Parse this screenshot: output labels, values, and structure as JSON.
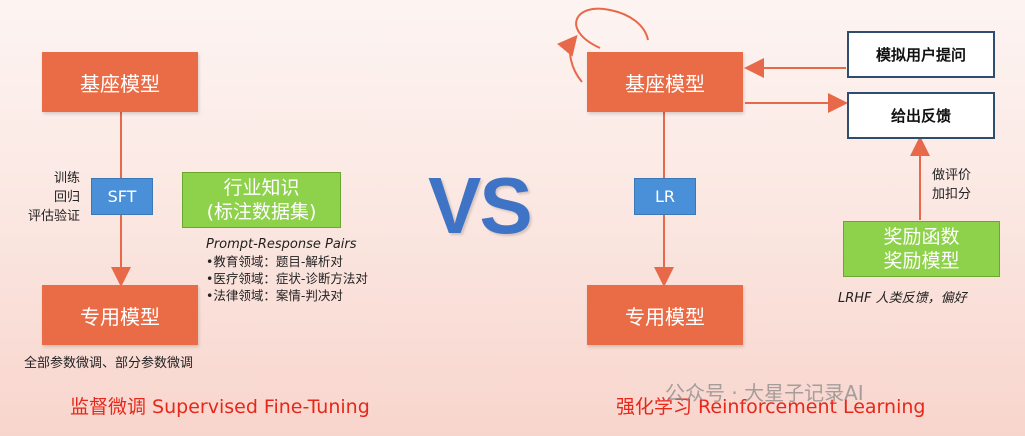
{
  "left": {
    "top_box": "基座模型",
    "middle_box": "SFT",
    "bottom_box": "专用模型",
    "side_labels": [
      "训练",
      "回归",
      "评估验证"
    ],
    "green_lines": [
      "行业知识",
      "(标注数据集)"
    ],
    "prompt_title": "Prompt-Response Pairs",
    "prompt_items": [
      "•教育领域：题目-解析对",
      "•医疗领域：症状-诊断方法对",
      "•法律领域：案情-判决对"
    ],
    "bottom_note": "全部参数微调、部分参数微调",
    "caption": "监督微调 Supervised Fine-Tuning"
  },
  "center": {
    "vs": "VS"
  },
  "right": {
    "top_box": "基座模型",
    "middle_box": "LR",
    "bottom_box": "专用模型",
    "simulate_box": "模拟用户提问",
    "feedback_box": "给出反馈",
    "score_labels": [
      "做评价",
      "加扣分"
    ],
    "green_lines": [
      "奖励函数",
      "奖励模型"
    ],
    "lrhf_note": "LRHF 人类反馈，偏好",
    "caption": "强化学习 Reinforcement Learning"
  },
  "watermark": "公众号 · 大星子记录AI",
  "colors": {
    "orange": "#ea6c47",
    "blue": "#4a90d9",
    "green": "#8ed14a",
    "red_text": "#e8271a",
    "vs_blue": "#3f73c5"
  }
}
